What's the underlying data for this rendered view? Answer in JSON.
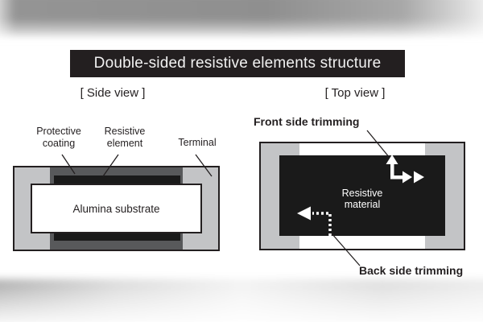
{
  "title": {
    "text": "Double-sided resistive elements structure"
  },
  "side_view": {
    "heading": "[ Side view ]",
    "labels": {
      "protective_coating": [
        "Protective",
        "coating"
      ],
      "resistive_element": [
        "Resistive",
        "element"
      ],
      "terminal": "Terminal",
      "substrate": "Alumina substrate"
    }
  },
  "top_view": {
    "heading": "[ Top view ]",
    "labels": {
      "front_side_trimming": "Front side trimming",
      "back_side_trimming": "Back side trimming",
      "resistive_material": [
        "Resistive",
        "material"
      ]
    }
  },
  "colors": {
    "title_bg": "#231f20",
    "title_text": "#f2f2f2",
    "terminal_gray": "#c3c4c6",
    "protective_coating_gray": "#58595b",
    "resistive_black": "#1a1a1a",
    "substrate_white": "#ffffff",
    "outline": "#231f20",
    "top_bar_gray": "#8f8f8f",
    "bottom_bar_gray": "#d9d9d9"
  }
}
